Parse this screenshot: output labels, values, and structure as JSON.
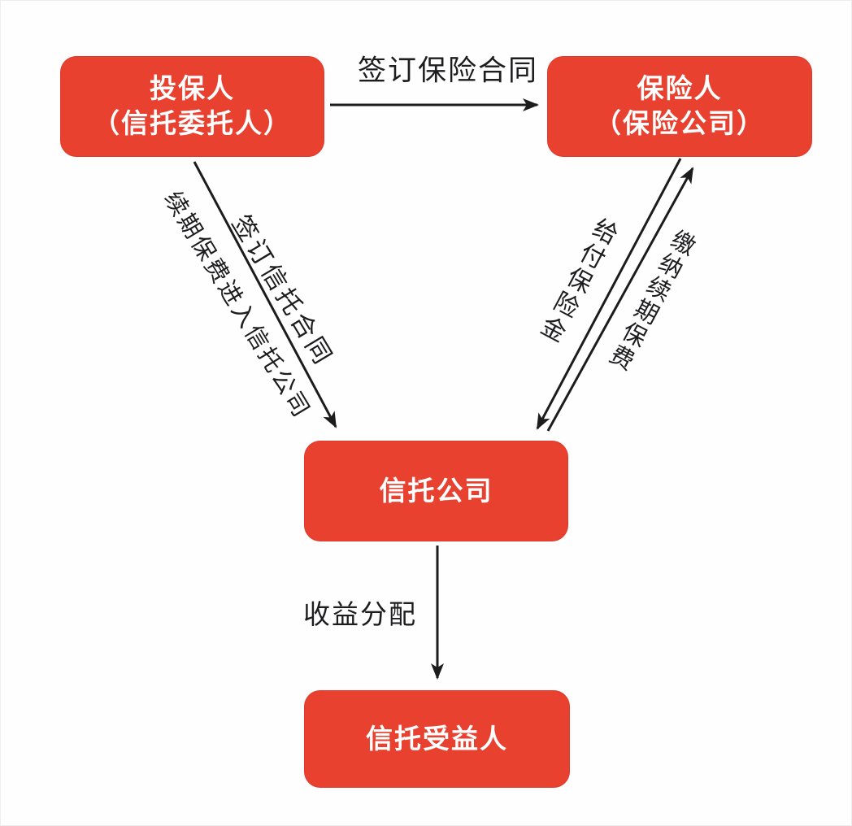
{
  "page": {
    "background_color": "#fefefe",
    "node_color": "#e84130",
    "node_text_color": "#ffffff",
    "arrow_color": "#1c1c1c"
  },
  "nodes": {
    "policyholder": {
      "line1": "投保人",
      "line2": "（信托委托人）"
    },
    "insurer": {
      "line1": "保险人",
      "line2": "（保险公司）"
    },
    "trust_company": {
      "label": "信托公司"
    },
    "trust_beneficiary": {
      "label": "信托受益人"
    }
  },
  "edges": {
    "sign_insurance_contract": {
      "label": "签订保险合同",
      "from": "policyholder",
      "to": "insurer"
    },
    "renewal_premium_into_trust": {
      "label": "续期保费进入信托公司",
      "from": "policyholder",
      "to": "trust_company"
    },
    "sign_trust_contract": {
      "label": "签订信托合同",
      "from": "policyholder",
      "to": "trust_company"
    },
    "pay_insurance_benefit": {
      "label": "给付保险金",
      "from": "insurer",
      "to": "trust_company"
    },
    "pay_renewal_premium": {
      "label": "缴纳续期保费",
      "from": "trust_company",
      "to": "insurer"
    },
    "income_distribution": {
      "label": "收益分配",
      "from": "trust_company",
      "to": "trust_beneficiary"
    }
  }
}
